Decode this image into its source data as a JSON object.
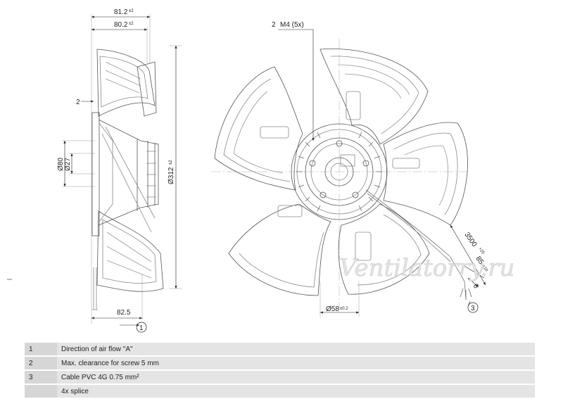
{
  "side_view": {
    "dim_width_total": "81.2",
    "dim_width_total_tol": "±2",
    "dim_width_inner": "80.2",
    "dim_width_inner_tol": "±2",
    "dim_bottom": "82.5",
    "dim_hub_outer": "Ø80",
    "dim_hub_inner": "Ø27",
    "dim_diameter": "Ø312",
    "dim_diameter_tol": "±2",
    "callout_2": "2",
    "callout_1": "1"
  },
  "front_view": {
    "callout_screw_num": "2",
    "callout_screw_text": "M4 (5x)",
    "dim_shaft": "Ø58",
    "dim_shaft_tol": "±0.2",
    "dim_cable_length": "3500",
    "dim_cable_length_tol": "+20",
    "dim_strip": "85",
    "dim_strip_tol": "±10",
    "dim_end": "6",
    "callout_cable": "3"
  },
  "watermark": "Ventilatorry.ru",
  "legend": [
    {
      "num": "1",
      "text": "Direction of air flow \"A\""
    },
    {
      "num": "2",
      "text": "Max. clearance for screw 5 mm"
    },
    {
      "num": "3",
      "text": "Cable PVC 4G 0.75 mm²"
    },
    {
      "num": "",
      "text": "4x splice"
    }
  ]
}
